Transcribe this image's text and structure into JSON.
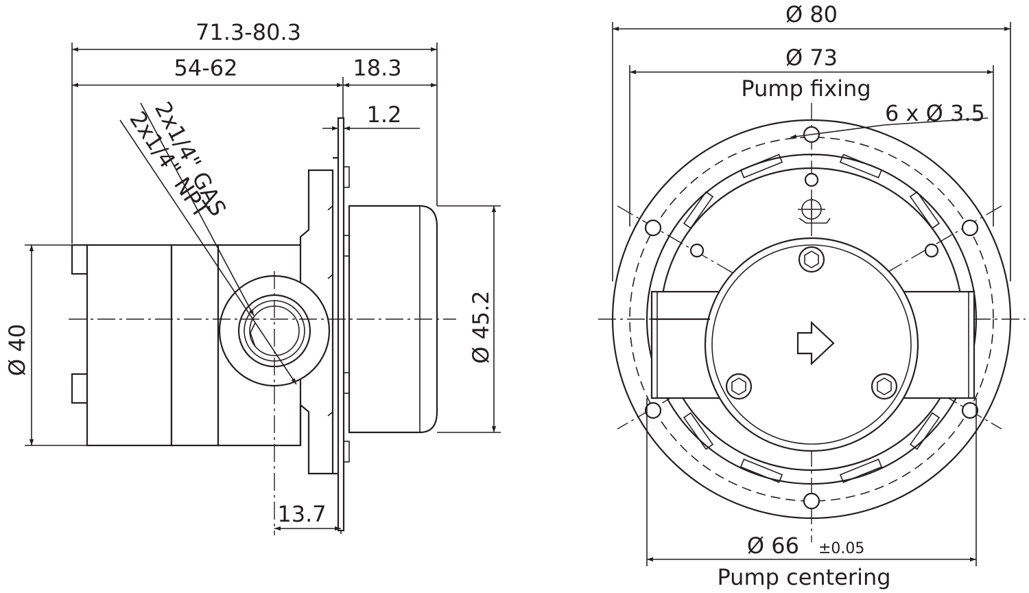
{
  "side_view": {
    "dim_total_length": "71.3-80.3",
    "dim_body_length": "54-62",
    "dim_flange_offset": "18.3",
    "dim_flange_thickness": "1.2",
    "dim_port_offset": "13.7",
    "dim_body_diameter": "Ø 40",
    "dim_rear_diameter": "Ø 45.2",
    "port_label_gas": "2x1/4\"  GAS",
    "port_label_npt": "2x1/4\"  NPT"
  },
  "front_view": {
    "dim_outer_diameter": "Ø 80",
    "dim_fixing_circle": "Ø 73",
    "label_pump_fixing": "Pump fixing",
    "dim_holes": "6 x Ø  3.5",
    "dim_centering_diameter": "Ø 66",
    "dim_centering_tolerance": "±0.05",
    "label_pump_centering": "Pump centering"
  }
}
